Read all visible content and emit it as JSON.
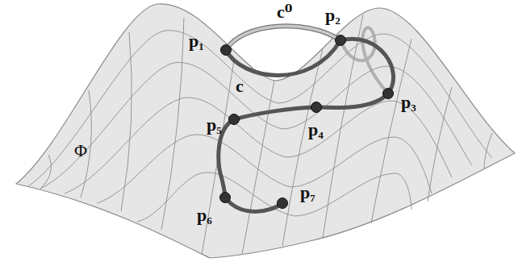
{
  "diagram": {
    "labels": [
      "p₁",
      "c⁰",
      "p₂",
      "c",
      "p₃",
      "p₅",
      "p₄",
      "Φ",
      "p₆",
      "p₇"
    ]
  }
}
